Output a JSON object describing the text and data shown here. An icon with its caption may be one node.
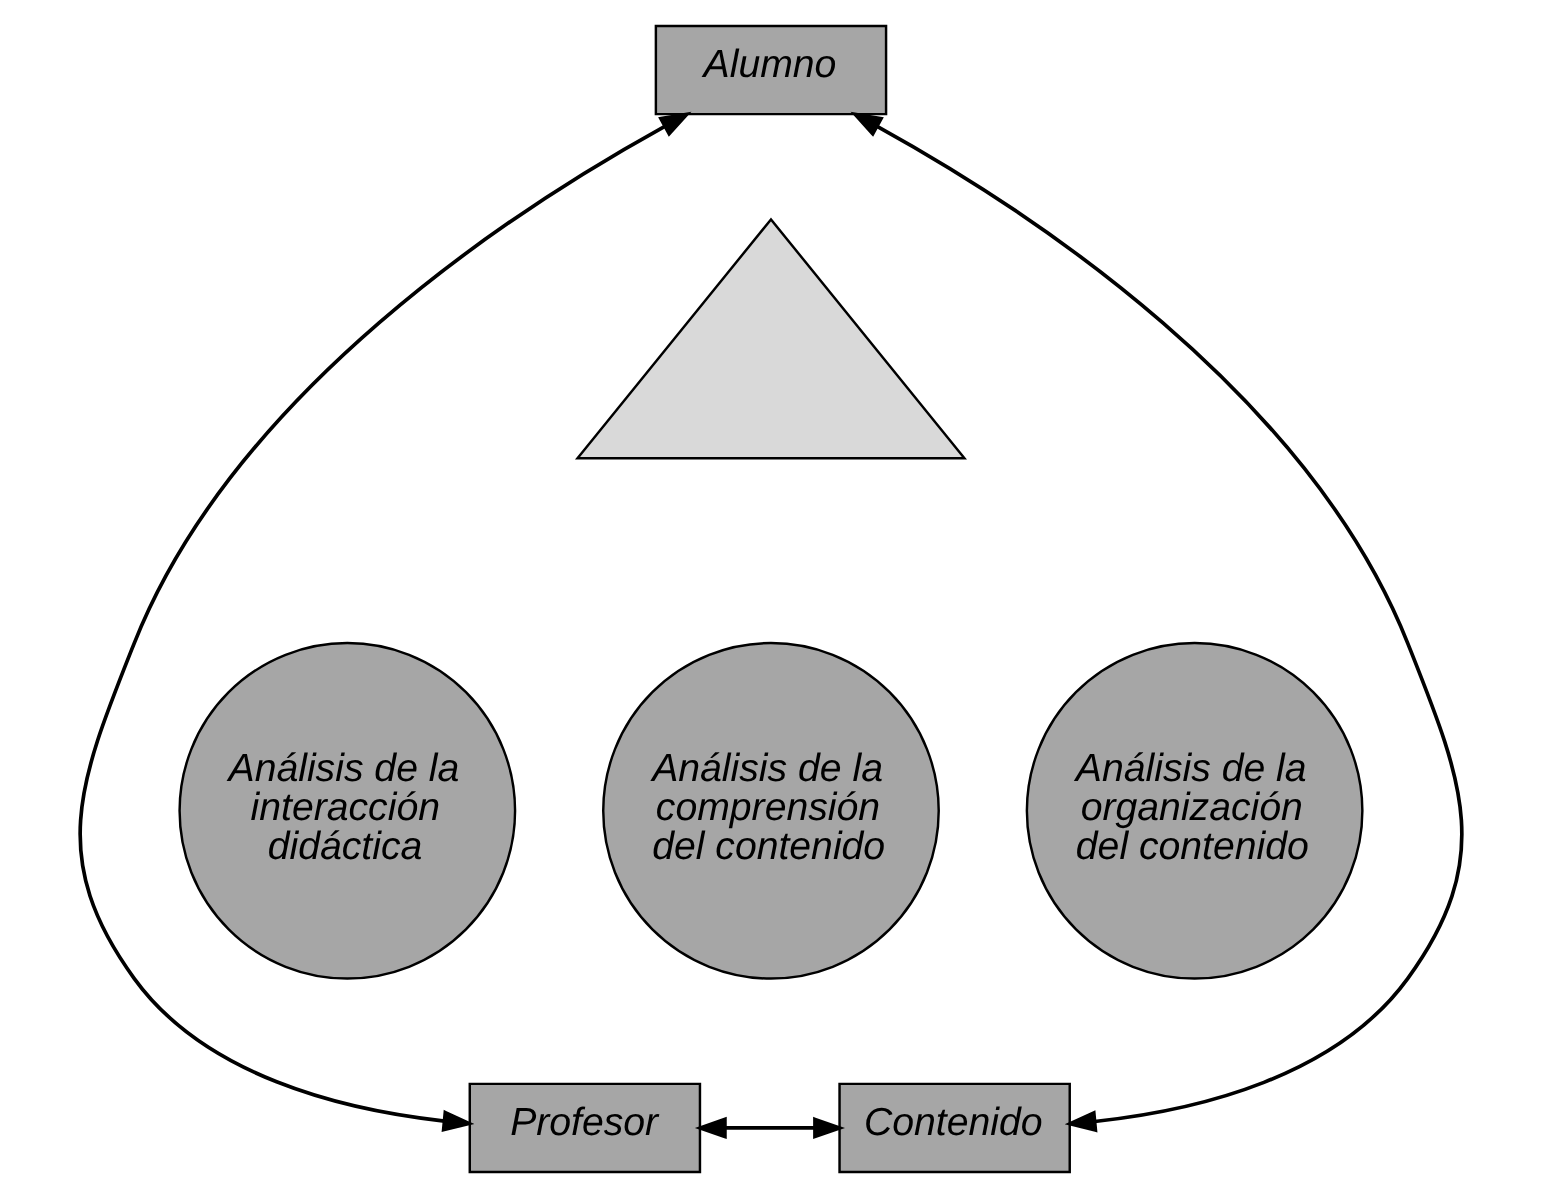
{
  "diagram": {
    "nodes": [
      {
        "text": [
          "Alumno"
        ]
      },
      {
        "text": [],
        "shape": "triangle"
      },
      {
        "text": [
          "Análisis de la interacción didáctica"
        ]
      },
      {
        "text": [
          "Análisis de la comprensión del contenido"
        ]
      },
      {
        "text": [
          "Análisis de la organización del contenido"
        ]
      },
      {
        "text": [
          "Profesor"
        ]
      },
      {
        "text": [
          "Contenido"
        ]
      }
    ],
    "edges": [
      {
        "from": 5,
        "to": 0,
        "arrow": "both"
      },
      {
        "from": 0,
        "to": 6,
        "arrow": "both"
      },
      {
        "from": 5,
        "to": 6,
        "arrow": "both"
      }
    ]
  }
}
